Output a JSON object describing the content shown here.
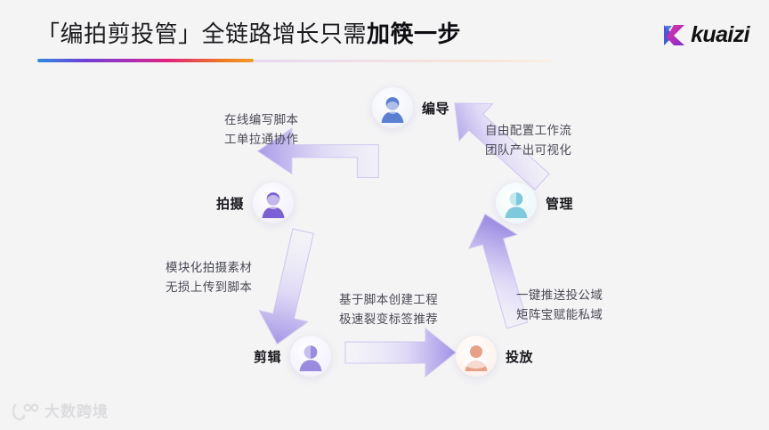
{
  "header": {
    "title_plain": "「编拍剪投管」全链路增长只需",
    "title_bold": "加筷一步",
    "logo_word": "kuaizi",
    "logo_mark": "kuaizi-k-mark",
    "underline_colors": [
      "#2f8ae0",
      "#6f3fd6",
      "#a62fb6",
      "#e0217a",
      "#ef7a22"
    ]
  },
  "diagram": {
    "type": "cycle-pentagon",
    "direction": "counter-clockwise",
    "accent_color": "#8a7ae0",
    "nodes": [
      {
        "id": "node-biandao",
        "label": "编导",
        "avatar": "person-avatar-blue",
        "avatar_color": "#5b7fd4"
      },
      {
        "id": "node-paishe",
        "label": "拍摄",
        "avatar": "person-avatar-purple",
        "avatar_color": "#7b5fd6"
      },
      {
        "id": "node-jianji",
        "label": "剪辑",
        "avatar": "person-avatar-violet",
        "avatar_color": "#9a8ae0"
      },
      {
        "id": "node-toufang",
        "label": "投放",
        "avatar": "person-avatar-orange",
        "avatar_color": "#e8a187"
      },
      {
        "id": "node-guanli",
        "label": "管理",
        "avatar": "person-avatar-cyan",
        "avatar_color": "#7fc9dd"
      }
    ],
    "captions": [
      {
        "id": "caption-biandao",
        "line1": "在线编写脚本",
        "line2": "工单拉通协作"
      },
      {
        "id": "caption-guanli",
        "line1": "自由配置工作流",
        "line2": "团队产出可视化"
      },
      {
        "id": "caption-paishe",
        "line1": "模块化拍摄素材",
        "line2": "无损上传到脚本"
      },
      {
        "id": "caption-jianji",
        "line1": "基于脚本创建工程",
        "line2": "极速裂变标签推荐"
      },
      {
        "id": "caption-toufang",
        "line1": "一键推送投公域",
        "line2": "矩阵宝赋能私域"
      }
    ]
  },
  "watermark": {
    "text": "大数跨境",
    "mark": "dashukuajing-logo"
  }
}
